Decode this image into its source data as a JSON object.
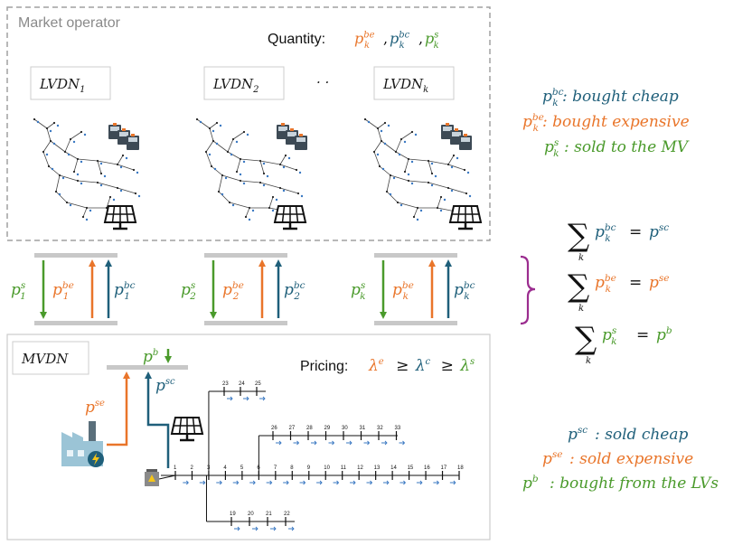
{
  "colors": {
    "orange": "#e9752a",
    "blue": "#1f5f7a",
    "green": "#4a9a2b",
    "gray_bar": "#c8c8c8",
    "dashed_border": "#a0a0a0",
    "bracket": "#9b2d8f",
    "label_box_border": "#cccccc"
  },
  "market_operator": {
    "title": "Market operator",
    "quantity_label": "Quantity:",
    "quantity_vars": [
      {
        "base": "p",
        "sup": "be",
        "sub": "k",
        "color": "orange"
      },
      {
        "base": "p",
        "sup": "bc",
        "sub": "k",
        "color": "blue"
      },
      {
        "base": "p",
        "sup": "s",
        "sub": "k",
        "color": "green"
      }
    ],
    "networks": [
      {
        "base": "LVDN",
        "sub": "1"
      },
      {
        "base": "LVDN",
        "sub": "2"
      },
      {
        "base": "LVDN",
        "sub": "k"
      }
    ],
    "ellipsis": "· ·"
  },
  "exchange_groups": [
    {
      "s_sub": "1",
      "be_sub": "1",
      "bc_sub": "1"
    },
    {
      "s_sub": "2",
      "be_sub": "2",
      "bc_sub": "2"
    },
    {
      "s_sub": "k",
      "be_sub": "k",
      "bc_sub": "k"
    }
  ],
  "mvdn": {
    "label": "MVDN",
    "pricing_label": "Pricing:",
    "pricing": {
      "le": {
        "base": "λ",
        "sup": "e"
      },
      "lc": {
        "base": "λ",
        "sup": "c"
      },
      "ls": {
        "base": "λ",
        "sup": "s"
      },
      "op": "≥"
    },
    "p_b": {
      "base": "p",
      "sup": "b"
    },
    "p_se": {
      "base": "p",
      "sup": "se"
    },
    "p_sc": {
      "base": "p",
      "sup": "sc"
    },
    "main_nodes": [
      "1",
      "2",
      "3",
      "4",
      "5",
      "6",
      "7",
      "8",
      "9",
      "10",
      "11",
      "12",
      "13",
      "14",
      "15",
      "16",
      "17",
      "18"
    ],
    "top_branch_nodes": [
      "23",
      "24",
      "25"
    ],
    "upper_branch_nodes": [
      "26",
      "27",
      "28",
      "29",
      "30",
      "31",
      "32",
      "33"
    ],
    "lower_branch_nodes": [
      "19",
      "20",
      "21",
      "22"
    ]
  },
  "legend_top": [
    {
      "var": {
        "base": "p",
        "sup": "bc",
        "sub": "k"
      },
      "text": ": bought cheap",
      "color": "blue"
    },
    {
      "var": {
        "base": "p",
        "sup": "be",
        "sub": "k"
      },
      "text": ": bought expensive",
      "color": "orange"
    },
    {
      "var": {
        "base": "p",
        "sup": "s",
        "sub": "k"
      },
      "text": ": sold to the MV",
      "color": "green"
    }
  ],
  "sums": [
    {
      "lhs": {
        "base": "p",
        "sup": "bc",
        "sub": "k"
      },
      "rhs": {
        "base": "p",
        "sup": "sc"
      },
      "color": "blue",
      "sum_sub": "k",
      "eq": "="
    },
    {
      "lhs": {
        "base": "p",
        "sup": "be",
        "sub": "k"
      },
      "rhs": {
        "base": "p",
        "sup": "se"
      },
      "color": "orange",
      "sum_sub": "k",
      "eq": "="
    },
    {
      "lhs": {
        "base": "p",
        "sup": "s",
        "sub": "k"
      },
      "rhs": {
        "base": "p",
        "sup": "b"
      },
      "color": "green",
      "sum_sub": "k",
      "eq": "="
    }
  ],
  "legend_bottom": [
    {
      "var": {
        "base": "p",
        "sup": "sc"
      },
      "text": ": sold cheap",
      "color": "blue"
    },
    {
      "var": {
        "base": "p",
        "sup": "se"
      },
      "text": ": sold expensive",
      "color": "orange"
    },
    {
      "var": {
        "base": "p",
        "sup": "b"
      },
      "text": ": bought from the LVs",
      "color": "green"
    }
  ]
}
